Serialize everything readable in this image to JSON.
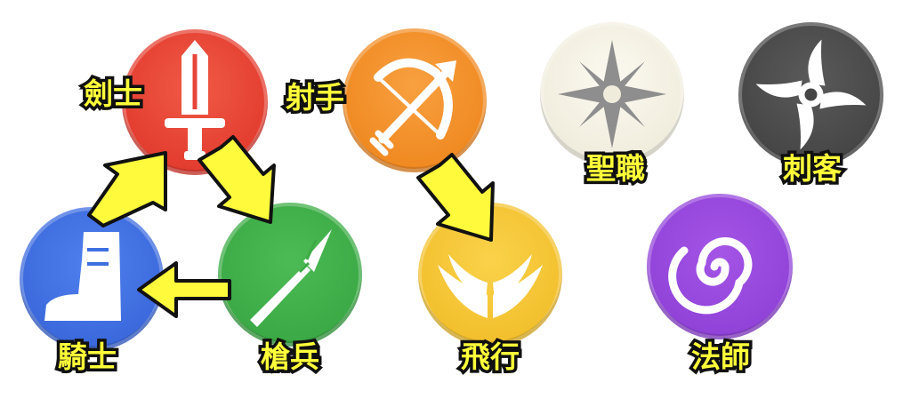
{
  "classes": [
    {
      "id": "swordsman",
      "label": "劍士",
      "icon": "sword-icon",
      "color": "#e8453a"
    },
    {
      "id": "archer",
      "label": "射手",
      "icon": "bow-and-arrow-icon",
      "color": "#f08a22"
    },
    {
      "id": "priest",
      "label": "聖職",
      "icon": "holy-star-icon",
      "color": "#f2efe2"
    },
    {
      "id": "assassin",
      "label": "刺客",
      "icon": "shuriken-icon",
      "color": "#4a4a4a"
    },
    {
      "id": "knight",
      "label": "騎士",
      "icon": "boot-icon",
      "color": "#3d6fe0"
    },
    {
      "id": "lancer",
      "label": "槍兵",
      "icon": "spear-icon",
      "color": "#3cab46"
    },
    {
      "id": "flyer",
      "label": "飛行",
      "icon": "wings-icon",
      "color": "#f2c230"
    },
    {
      "id": "mage",
      "label": "法師",
      "icon": "spiral-vortex-icon",
      "color": "#9042d8"
    }
  ],
  "relations": [
    {
      "from": "swordsman",
      "to": "lancer"
    },
    {
      "from": "lancer",
      "to": "knight"
    },
    {
      "from": "knight",
      "to": "swordsman"
    },
    {
      "from": "archer",
      "to": "flyer"
    }
  ],
  "arrow_color": "#fffa3c"
}
